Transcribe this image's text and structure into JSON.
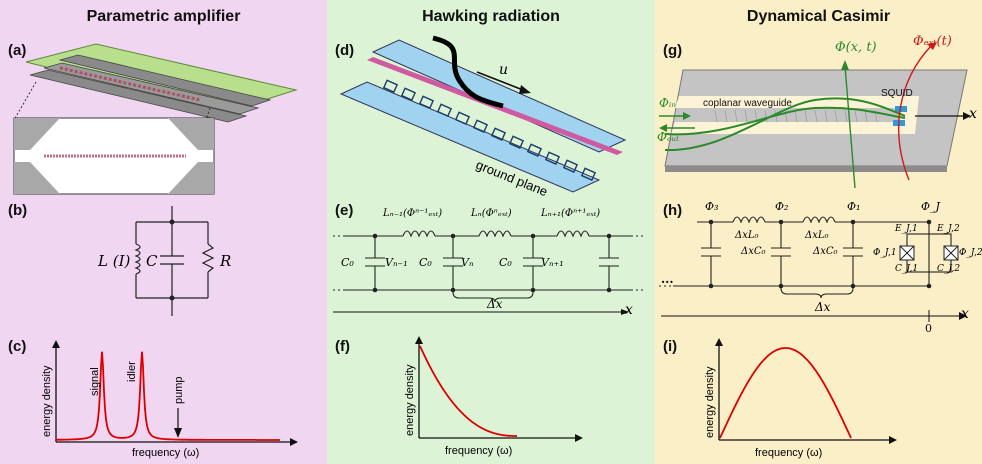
{
  "columns": [
    {
      "title": "Parametric amplifier",
      "bg": "#f1d6f1"
    },
    {
      "title": "Hawking radiation",
      "bg": "#dcf3d6"
    },
    {
      "title": "Dynamical Casimir",
      "bg": "#fbefc8"
    }
  ],
  "panel_labels": {
    "a": "(a)",
    "b": "(b)",
    "c": "(c)",
    "d": "(d)",
    "e": "(e)",
    "f": "(f)",
    "g": "(g)",
    "h": "(h)",
    "i": "(i)"
  },
  "circuit_b": {
    "L": "L (I)",
    "C": "C",
    "R": "R"
  },
  "spectrum_c": {
    "ylabel": "energy density",
    "xlabel": "frequency (ω)",
    "signal": "signal",
    "idler": "idler",
    "pump": "pump"
  },
  "device_d": {
    "velocity": "u",
    "ground": "ground plane"
  },
  "circuit_e": {
    "L_prev": "Lₙ₋₁(Φⁿ⁻¹ₑₓₜ)",
    "L_cur": "Lₙ(Φⁿₑₓₜ)",
    "L_next": "Lₙ₊₁(Φⁿ⁺¹ₑₓₜ)",
    "C0a": "C₀",
    "C0b": "C₀",
    "C0c": "C₀",
    "V_prev": "Vₙ₋₁",
    "V_cur": "Vₙ",
    "V_next": "Vₙ₊₁",
    "dx": "Δx",
    "x": "x"
  },
  "spectrum_f": {
    "ylabel": "energy density",
    "xlabel": "frequency (ω)"
  },
  "device_g": {
    "phi_xt": "Φ(x, t)",
    "phi_ext": "Φₑₓₜ(t)",
    "phi_in": "Φᵢₙ",
    "phi_out": "Φₒᵤₜ",
    "waveguide": "coplanar waveguide",
    "squid": "SQUID",
    "x": "x"
  },
  "circuit_h": {
    "phi3": "Φ₃",
    "phi2": "Φ₂",
    "phi1": "Φ₁",
    "phiJ": "Φ_J",
    "dxL0a": "ΔxL₀",
    "dxL0b": "ΔxL₀",
    "dxC0a": "ΔxC₀",
    "dxC0b": "ΔxC₀",
    "EJ1": "E_J,1",
    "EJ2": "E_J,2",
    "PhiJ1": "Φ_J,1",
    "PhiJ2": "Φ_J,2",
    "CJ1": "C_J,1",
    "CJ2": "C_J,2",
    "dots": "...",
    "dx": "Δx",
    "zero": "0",
    "x": "x"
  },
  "spectrum_i": {
    "ylabel": "energy density",
    "xlabel": "frequency (ω)"
  }
}
